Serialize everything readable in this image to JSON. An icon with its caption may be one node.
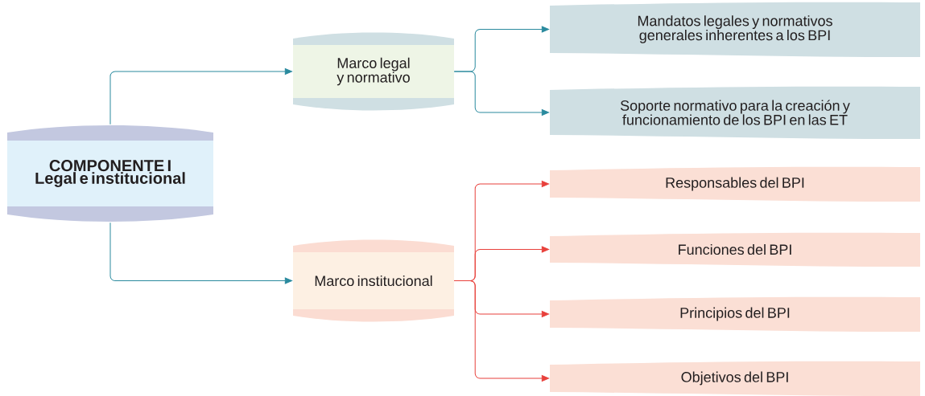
{
  "diagram": {
    "nodes": [
      {
        "text": [
          "COMPONENTE I",
          "Legal e institucional"
        ]
      },
      {
        "text": [
          "Marco legal y normativo"
        ]
      },
      {
        "text": [
          "Marco institucional"
        ]
      },
      {
        "text": [
          "Mandatos legales y normativos generales inherentes a los BPI"
        ]
      },
      {
        "text": [
          "Soporte normativo para la creación y funcionamiento de los BPI en las ET"
        ]
      },
      {
        "text": [
          "Responsables del BPI"
        ]
      },
      {
        "text": [
          "Funciones del BPI"
        ]
      },
      {
        "text": [
          "Principios del BPI"
        ]
      },
      {
        "text": [
          "Objetivos del BPI"
        ]
      }
    ],
    "edges": [
      {
        "from": 0,
        "to": 1,
        "arrow": "to",
        "color": "#2a8a9e"
      },
      {
        "from": 0,
        "to": 2,
        "arrow": "to",
        "color": "#2a8a9e"
      },
      {
        "from": 1,
        "to": 3,
        "arrow": "to",
        "color": "#2a8a9e"
      },
      {
        "from": 1,
        "to": 4,
        "arrow": "to",
        "color": "#2a8a9e"
      },
      {
        "from": 2,
        "to": 5,
        "arrow": "to",
        "color": "#e8413c"
      },
      {
        "from": 2,
        "to": 6,
        "arrow": "to",
        "color": "#e8413c"
      },
      {
        "from": 2,
        "to": 7,
        "arrow": "to",
        "color": "#e8413c"
      },
      {
        "from": 2,
        "to": 8,
        "arrow": "to",
        "color": "#e8413c"
      }
    ]
  }
}
